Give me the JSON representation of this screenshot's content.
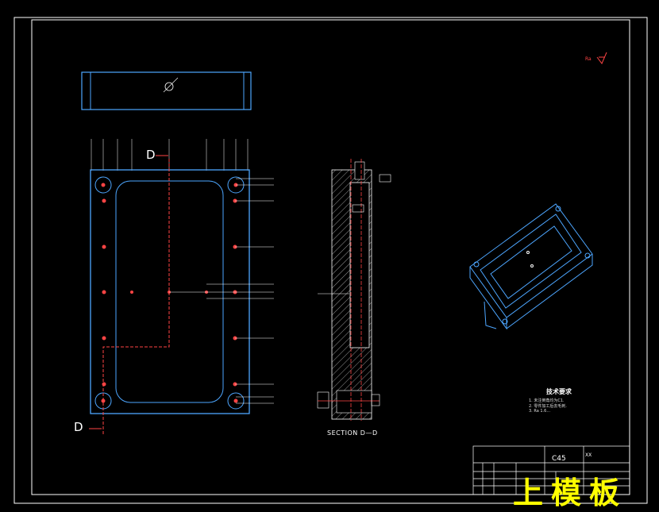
{
  "drawing": {
    "section_label": "SECTION D—D",
    "section_marker": "D",
    "material": "C45",
    "title_block_mark": "XX",
    "part_title": "上模板",
    "tech_requirements": {
      "title": "技术要求",
      "items": [
        "1. 未注倒角均为C1.",
        "2. 零件加工后去毛刺.",
        "3. Ra 1.6..."
      ]
    }
  },
  "colors": {
    "background": "#000000",
    "outline": "#4da6ff",
    "lines": "#ffffff",
    "center_lines": "#ff4444",
    "title": "#ffff00"
  },
  "icons": [
    "roughness-symbol-icon"
  ]
}
